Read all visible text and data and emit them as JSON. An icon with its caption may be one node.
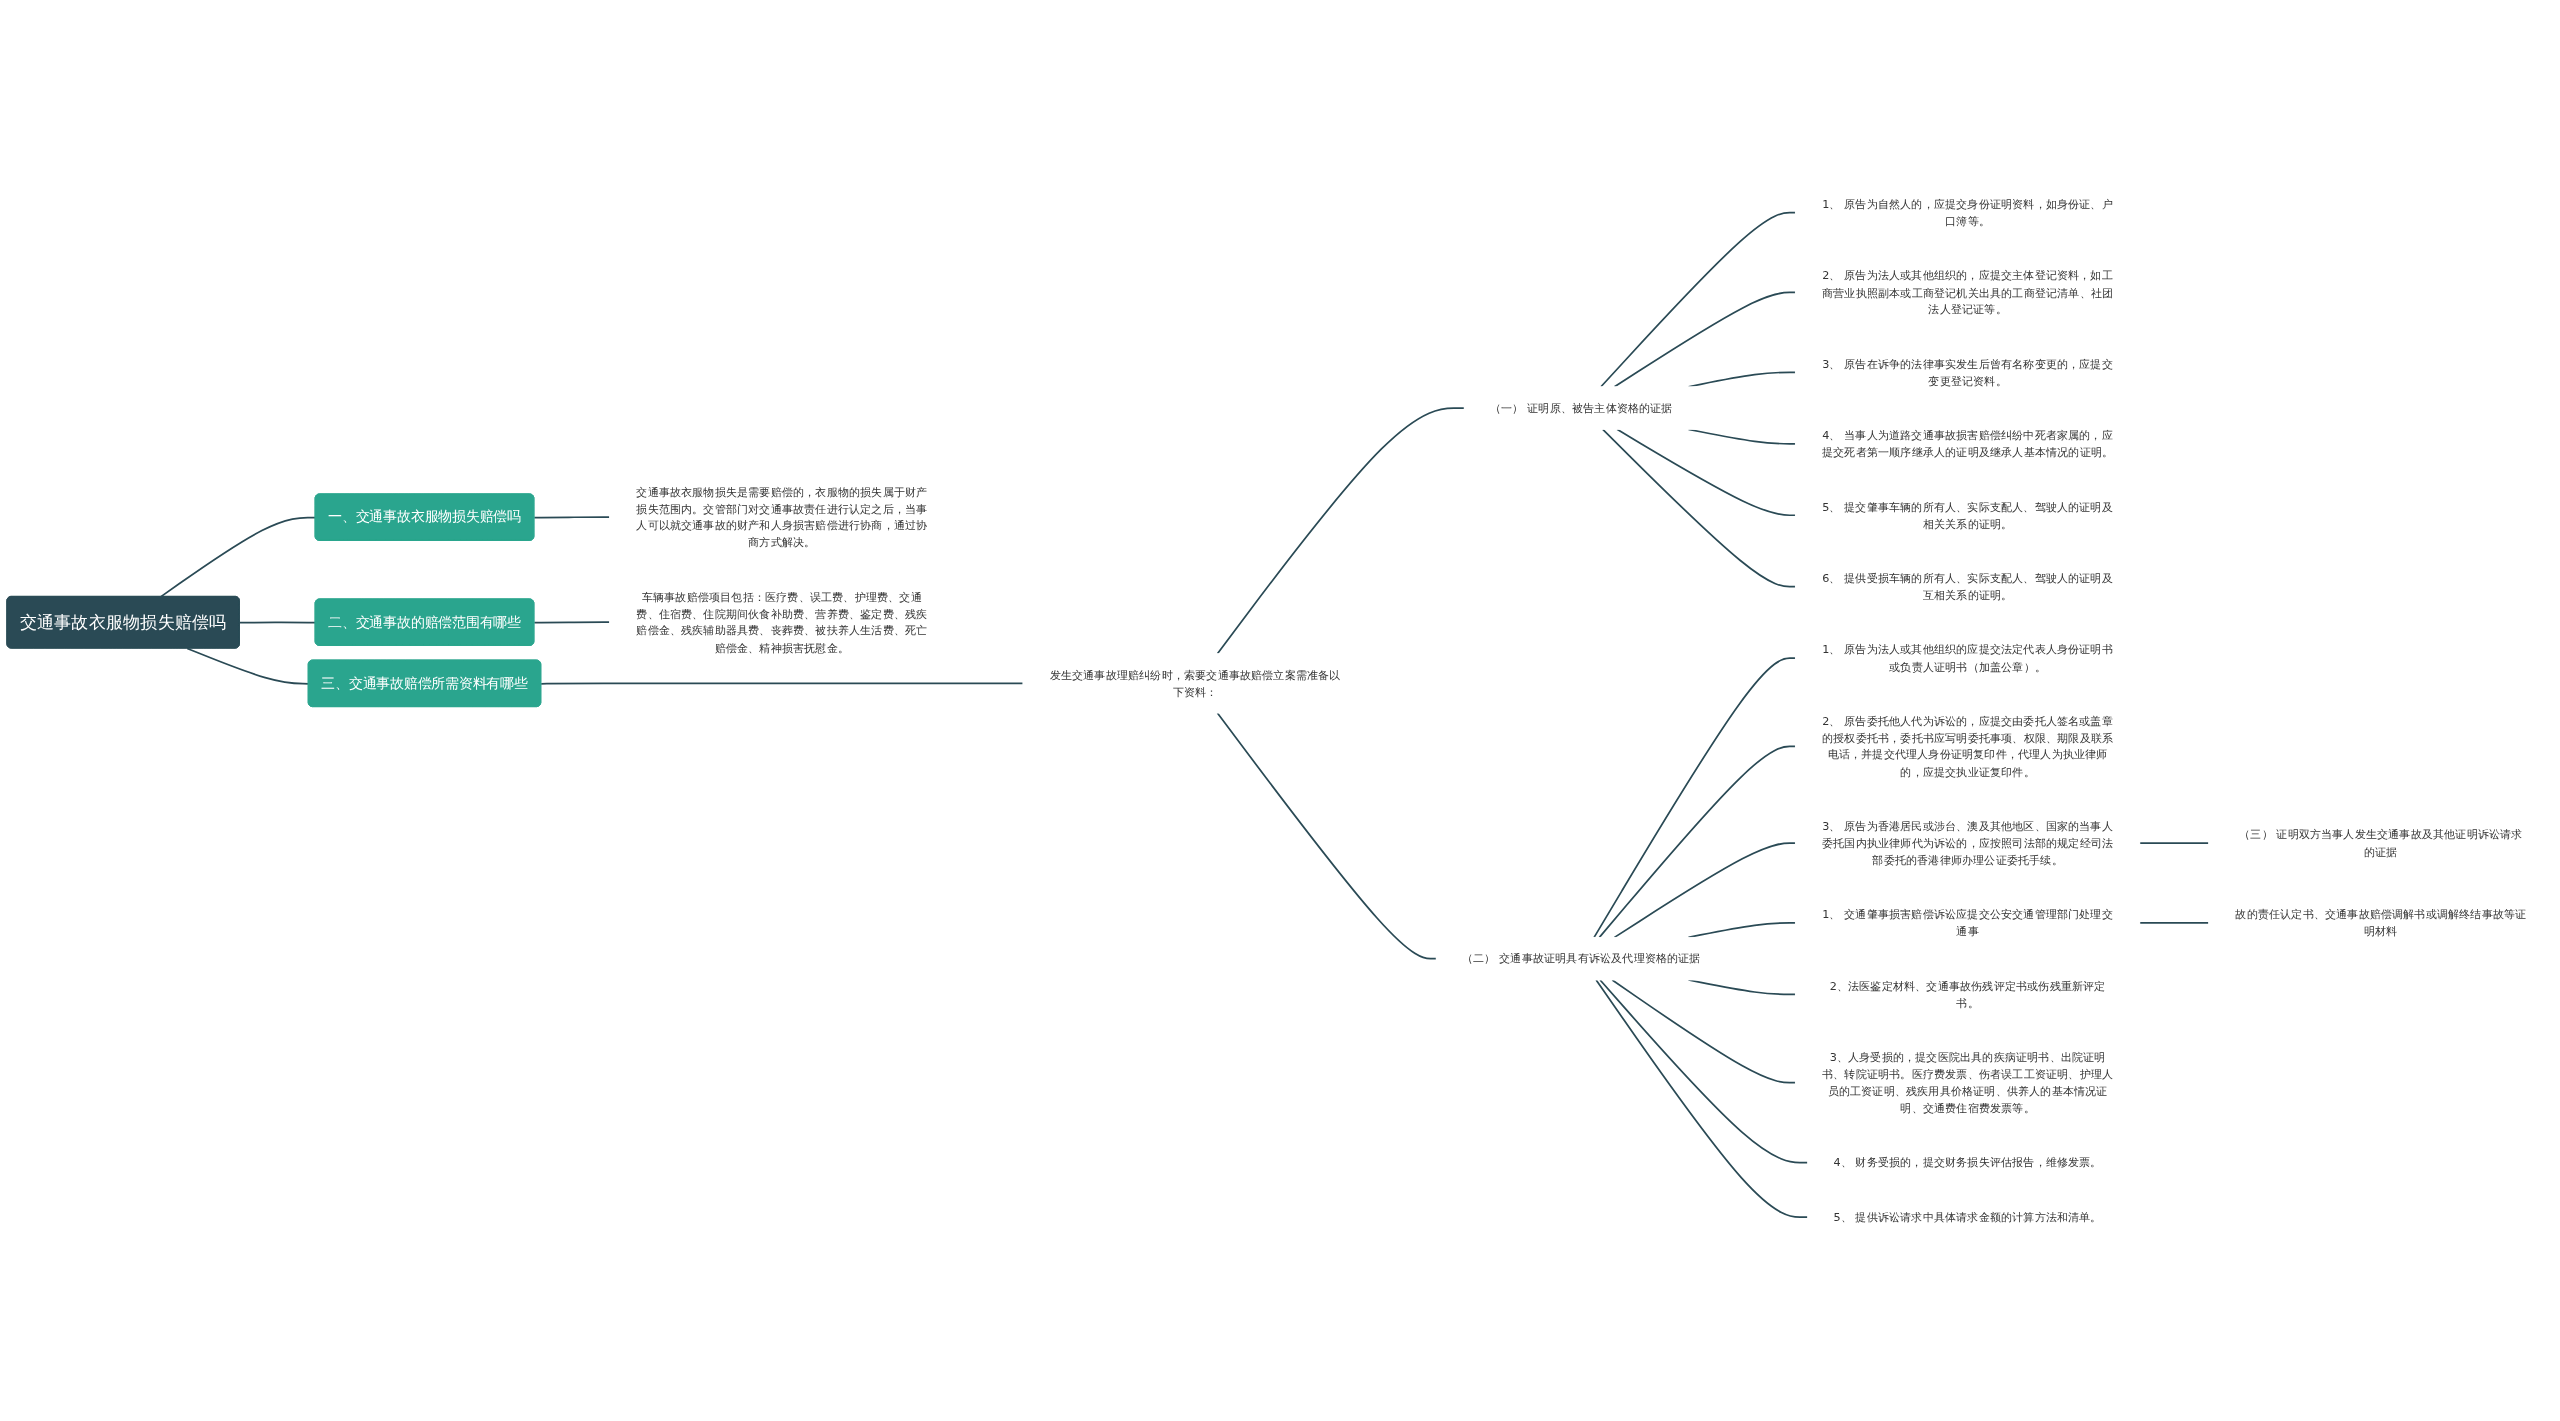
{
  "diagram": {
    "nodes": [
      {
        "text": [
          "交通事故衣服物损失赔偿吗"
        ]
      },
      {
        "text": [
          "一、交通事故衣服物损失赔偿吗"
        ]
      },
      {
        "text": [
          "交通事故衣服物损失是需要赔偿的，衣服物的损失属于财产损失范围内。交管部门对交通事故责任进行认定之后，当事人可以就交通事故的财产和人身损害赔偿进行协商，通过协商方式解决。"
        ]
      },
      {
        "text": [
          "二、交通事故的赔偿范围有哪些"
        ]
      },
      {
        "text": [
          "车辆事故赔偿项目包括：医疗费、误工费、护理费、交通费、住宿费、住院期间伙食补助费、营养费、鉴定费、残疾赔偿金、残疾辅助器具费、丧葬费、被扶养人生活费、死亡赔偿金、精神损害抚慰金。"
        ]
      },
      {
        "text": [
          "三、交通事故赔偿所需资料有哪些"
        ]
      },
      {
        "text": [
          "发生交通事故理赔纠纷时，索要交通事故赔偿立案需准备以下资料："
        ]
      },
      {
        "text": [
          "（一） 证明原、被告主体资格的证据"
        ]
      },
      {
        "text": [
          "1、 原告为自然人的，应提交身份证明资料，如身份证、户口簿等。"
        ]
      },
      {
        "text": [
          "2、 原告为法人或其他组织的，应提交主体登记资料，如工商营业执照副本或工商登记机关出具的工商登记清单、社团法人登记证等。"
        ]
      },
      {
        "text": [
          "3、 原告在诉争的法律事实发生后曾有名称变更的，应提交变更登记资料。"
        ]
      },
      {
        "text": [
          "4、 当事人为道路交通事故损害赔偿纠纷中死者家属的，应提交死者第一顺序继承人的证明及继承人基本情况的证明。"
        ]
      },
      {
        "text": [
          "5、 提交肇事车辆的所有人、实际支配人、驾驶人的证明及相关关系的证明。"
        ]
      },
      {
        "text": [
          "6、 提供受损车辆的所有人、实际支配人、驾驶人的证明及互相关系的证明。"
        ]
      },
      {
        "text": [
          "（二） 交通事故证明具有诉讼及代理资格的证据"
        ]
      },
      {
        "text": [
          "1、 原告为法人或其他组织的应提交法定代表人身份证明书或负责人证明书（加盖公章）。"
        ]
      },
      {
        "text": [
          "2、 原告委托他人代为诉讼的，应提交由委托人签名或盖章的授权委托书，委托书应写明委托事项、权限、期限及联系电话，并提交代理人身份证明复印件，代理人为执业律师的，应提交执业证复印件。"
        ]
      },
      {
        "text": [
          "3、 原告为香港居民或涉台、澳及其他地区、国家的当事人委托国内执业律师代为诉讼的，应按照司法部的规定经司法部委托的香港律师办理公证委托手续。"
        ]
      },
      {
        "text": [
          "（三） 证明双方当事人发生交通事故及其他证明诉讼请求的证据"
        ]
      },
      {
        "text": [
          "1、 交通肇事损害赔偿诉讼应提交公安交通管理部门处理交通事"
        ]
      },
      {
        "text": [
          "故的责任认定书、交通事故赔偿调解书或调解终结事故等证明材料"
        ]
      },
      {
        "text": [
          "2、法医鉴定材料、交通事故伤残评定书或伤残重新评定书。"
        ]
      },
      {
        "text": [
          "3、人身受损的，提交医院出具的疾病证明书、出院证明书、转院证明书。医疗费发票、伤者误工工资证明、护理人员的工资证明、残疾用具价格证明、供养人的基本情况证明、交通费住宿费发票等。"
        ]
      },
      {
        "text": [
          "4、 财务受损的，提交财务损失评估报告，维修发票。"
        ]
      },
      {
        "text": [
          "5、 提供诉讼请求中具体请求金额的计算方法和清单。"
        ]
      }
    ],
    "edges": [
      {
        "from": 0,
        "to": 1,
        "arrow": "none"
      },
      {
        "from": 1,
        "to": 2,
        "arrow": "none"
      },
      {
        "from": 0,
        "to": 3,
        "arrow": "none"
      },
      {
        "from": 3,
        "to": 4,
        "arrow": "none"
      },
      {
        "from": 0,
        "to": 5,
        "arrow": "none"
      },
      {
        "from": 5,
        "to": 6,
        "arrow": "none"
      },
      {
        "from": 6,
        "to": 7,
        "arrow": "none"
      },
      {
        "from": 7,
        "to": 8,
        "arrow": "none"
      },
      {
        "from": 7,
        "to": 9,
        "arrow": "none"
      },
      {
        "from": 7,
        "to": 10,
        "arrow": "none"
      },
      {
        "from": 7,
        "to": 11,
        "arrow": "none"
      },
      {
        "from": 7,
        "to": 12,
        "arrow": "none"
      },
      {
        "from": 7,
        "to": 13,
        "arrow": "none"
      },
      {
        "from": 6,
        "to": 14,
        "arrow": "none"
      },
      {
        "from": 14,
        "to": 15,
        "arrow": "none"
      },
      {
        "from": 14,
        "to": 16,
        "arrow": "none"
      },
      {
        "from": 14,
        "to": 17,
        "arrow": "none"
      },
      {
        "from": 17,
        "to": 18,
        "arrow": "none"
      },
      {
        "from": 14,
        "to": 19,
        "arrow": "none"
      },
      {
        "from": 19,
        "to": 20,
        "arrow": "none"
      },
      {
        "from": 14,
        "to": 21,
        "arrow": "none"
      },
      {
        "from": 14,
        "to": 22,
        "arrow": "none"
      },
      {
        "from": 14,
        "to": 23,
        "arrow": "none"
      },
      {
        "from": 14,
        "to": 24,
        "arrow": "none"
      }
    ]
  }
}
